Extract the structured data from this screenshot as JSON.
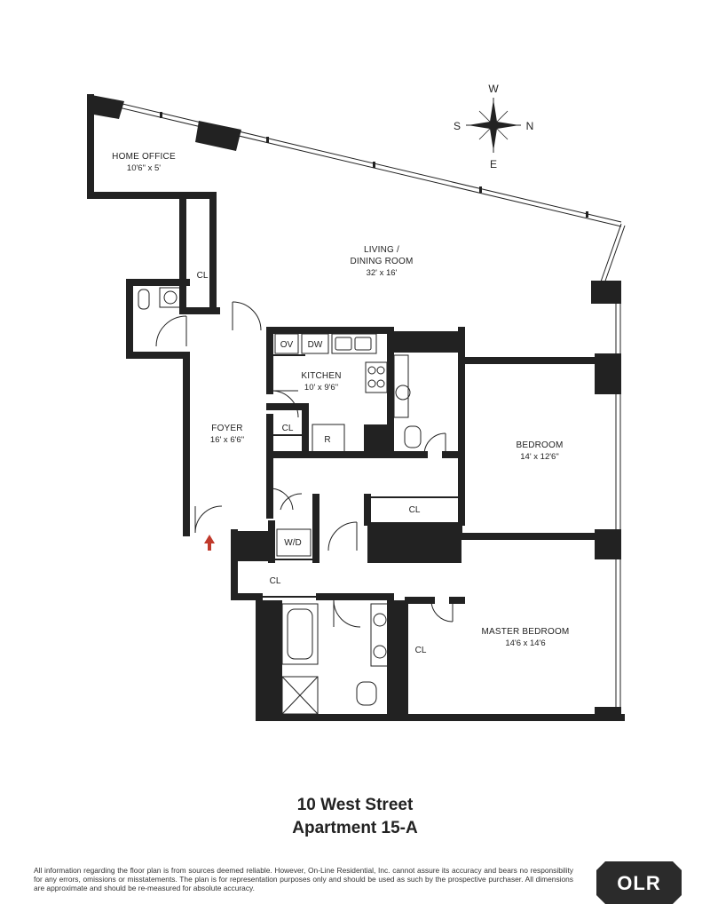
{
  "compass": {
    "north": "N",
    "south": "S",
    "east": "E",
    "west": "W"
  },
  "rooms": {
    "home_office": {
      "name": "HOME OFFICE",
      "dims": "10'6\" x 5'"
    },
    "living": {
      "name_line1": "LIVING /",
      "name_line2": "DINING ROOM",
      "dims": "32' x 16'"
    },
    "kitchen": {
      "name": "KITCHEN",
      "dims": "10' x 9'6\""
    },
    "foyer": {
      "name": "FOYER",
      "dims": "16' x 6'6\""
    },
    "bedroom": {
      "name": "BEDROOM",
      "dims": "14' x 12'6\""
    },
    "master": {
      "name": "MASTER BEDROOM",
      "dims": "14'6 x 14'6"
    }
  },
  "fixtures": {
    "oven": "OV",
    "dishwasher": "DW",
    "refrigerator": "R",
    "washer_dryer": "W/D",
    "closet": "CL"
  },
  "title": {
    "address": "10 West Street",
    "unit": "Apartment 15-A"
  },
  "disclaimer": "All information regarding the floor plan is from sources deemed reliable. However, On-Line Residential, Inc. cannot assure its accuracy and bears no responsibility for any errors, omissions or misstatements. The plan is for representation purposes only and should be used as such by the prospective purchaser. All dimensions are approximate and should be re-measured for absolute accuracy.",
  "logo": {
    "text": "OLR"
  },
  "colors": {
    "wall": "#222222",
    "entry_arrow": "#c0392b",
    "logo_bg": "#2b2b2b"
  }
}
